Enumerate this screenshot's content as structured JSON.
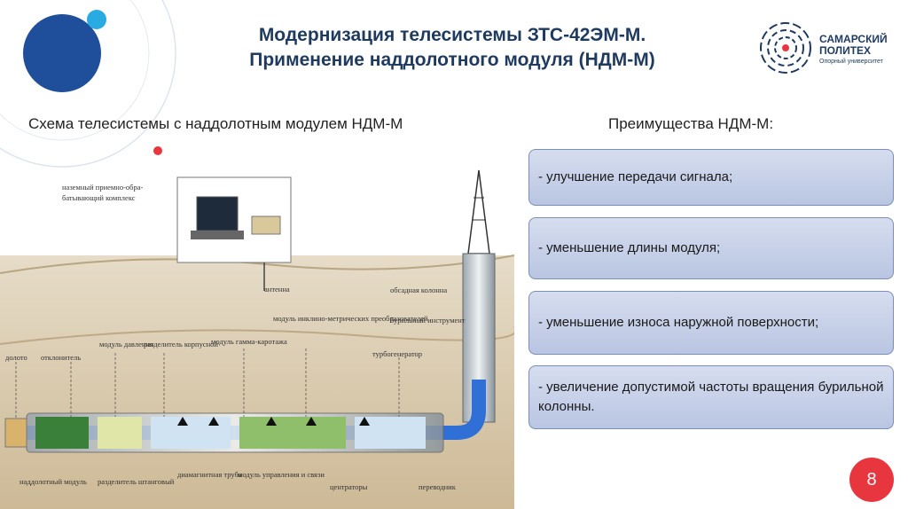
{
  "header": {
    "title_line1": "Модернизация телесистемы ЗТС-42ЭМ-М.",
    "title_line2": "Применение наддолотного модуля (НДМ-М)"
  },
  "logo": {
    "line1": "САМАРСКИЙ",
    "line2": "ПОЛИТЕХ",
    "tagline": "Опорный университет"
  },
  "left_section": {
    "heading": "Схема телесистемы с наддолотным модулем НДМ-М"
  },
  "right_section": {
    "heading": "Преимущества НДМ-М:",
    "items": [
      "- улучшение передачи сигнала;",
      "- уменьшение длины модуля;",
      "- уменьшение износа наружной поверхности;",
      "- увеличение допустимой частоты вращения бурильной колонны."
    ]
  },
  "diagram_labels": {
    "surface_complex": "наземный приемно-обра-\nбатывающий комплекс",
    "antenna": "антенна",
    "casing": "обсадная колонна",
    "drill_tool": "бурильный инструмент",
    "bit": "долото",
    "deflector": "отклонитель",
    "pressure_module": "модуль давления",
    "body_separator": "разделитель корпусной",
    "gamma_module": "модуль гамма-каротажа",
    "incl_module": "модуль инклино-метрических преобразователей",
    "turbogen": "турбогенератор",
    "above_bit_module": "наддолотный модуль",
    "rod_separator": "разделитель штанговый",
    "diamag_pipe": "диамагнитная труба",
    "control_module": "модуль управления и связи",
    "centralizers": "центраторы",
    "adapter": "переводник"
  },
  "page": {
    "number": "8"
  },
  "colors": {
    "accent": "#1f3a5f",
    "badge": "#e8363f",
    "box_fill": "#c8d1ea",
    "circle": "#1f4e9a"
  }
}
